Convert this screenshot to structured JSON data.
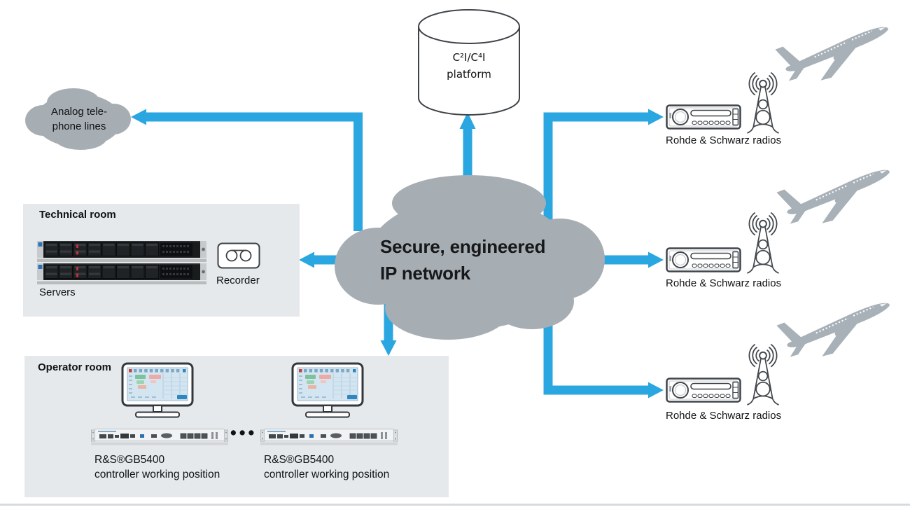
{
  "platform": {
    "line1": "C²I/C⁴I",
    "line2": "platform"
  },
  "analog": {
    "line1": "Analog tele-",
    "line2": "phone lines"
  },
  "network": {
    "line1": "Secure, engineered",
    "line2": "IP network"
  },
  "technical_room": {
    "title": "Technical room",
    "servers_label": "Servers",
    "recorder_label": "Recorder"
  },
  "operator_room": {
    "title": "Operator room",
    "ellipsis": "•••",
    "workstations": [
      {
        "model": "R&S®GB5400",
        "caption": "controller working position"
      },
      {
        "model": "R&S®GB5400",
        "caption": "controller working position"
      }
    ]
  },
  "radios": [
    {
      "label": "Rohde & Schwarz radios"
    },
    {
      "label": "Rohde & Schwarz radios"
    },
    {
      "label": "Rohde & Schwarz radios"
    }
  ],
  "colors": {
    "connector_blue": "#2aa7e0",
    "cloud_gray": "#a6adb3",
    "room_background": "#e6e9eb",
    "airplane_gray": "#a8b1b8",
    "outline_dark": "#3e4348"
  }
}
